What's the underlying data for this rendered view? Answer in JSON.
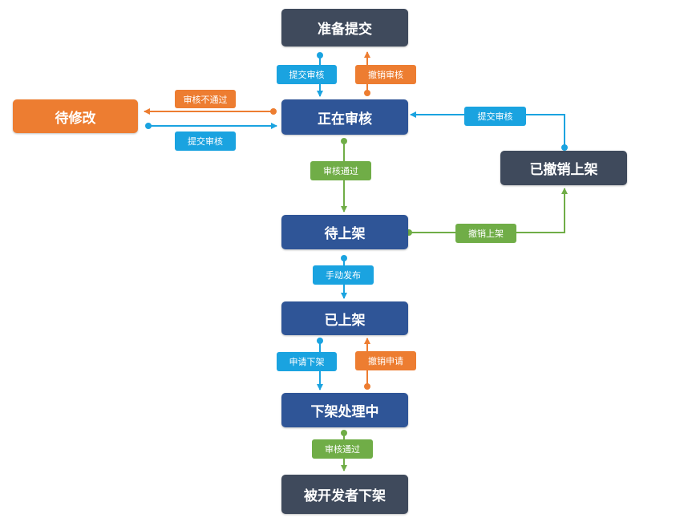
{
  "colors": {
    "dark_node": "#3f4a5c",
    "blue_node": "#2f5597",
    "orange_node": "#ed7d31",
    "blue_line": "#1aa3e0",
    "orange_line": "#ed7d31",
    "green_line": "#70ad47"
  },
  "nodes": {
    "ready_to_submit": "准备提交",
    "under_review": "正在审核",
    "pending_changes": "待修改",
    "listing_revoked": "已撤销上架",
    "pending_listing": "待上架",
    "listed": "已上架",
    "delisting_in_progress": "下架处理中",
    "delisted_by_developer": "被开发者下架"
  },
  "edges": {
    "submit_review_1": "提交审核",
    "cancel_review": "撤销审核",
    "review_failed": "审核不通过",
    "submit_review_2": "提交审核",
    "submit_review_3": "提交审核",
    "review_passed_1": "审核通过",
    "revoke_listing": "撤销上架",
    "manual_publish": "手动发布",
    "request_delisting": "申请下架",
    "cancel_request": "撤销申请",
    "review_passed_2": "审核通过"
  }
}
